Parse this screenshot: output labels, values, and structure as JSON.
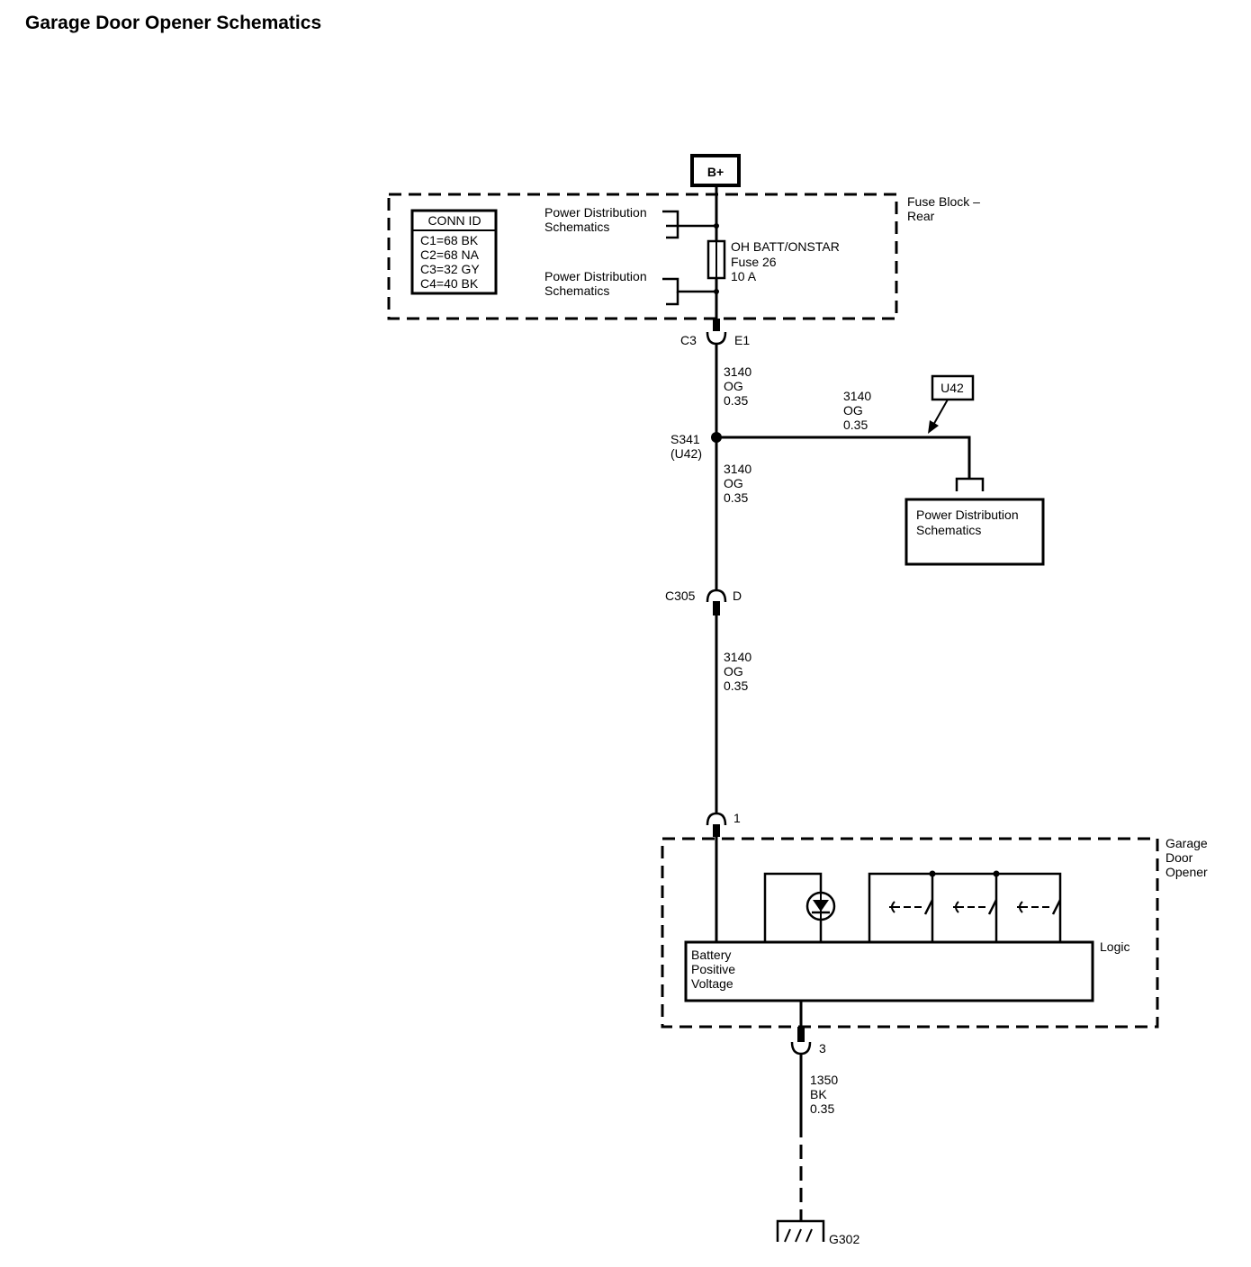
{
  "title": "Garage Door Opener Schematics",
  "power_source": "B+",
  "fuse_block": {
    "name_line1": "Fuse Block –",
    "name_line2": "Rear",
    "conn_id": {
      "header": "CONN ID",
      "rows": [
        "C1=68 BK",
        "C2=68 NA",
        "C3=32 GY",
        "C4=40 BK"
      ]
    },
    "ref_top": {
      "line1": "Power Distribution",
      "line2": "Schematics"
    },
    "ref_bottom": {
      "line1": "Power Distribution",
      "line2": "Schematics"
    },
    "fuse": {
      "line1": "OH BATT/ONSTAR",
      "line2": "Fuse 26",
      "line3": "10 A"
    }
  },
  "connectors": {
    "c3": {
      "left": "C3",
      "right": "E1"
    },
    "c305": {
      "left": "C305",
      "right": "D"
    },
    "gdo_pin1": "1",
    "gdo_pin3": "3"
  },
  "wires": {
    "w1": {
      "circuit": "3140",
      "color": "OG",
      "size": "0.35"
    },
    "w_branch": {
      "circuit": "3140",
      "color": "OG",
      "size": "0.35"
    },
    "w2": {
      "circuit": "3140",
      "color": "OG",
      "size": "0.35"
    },
    "w3": {
      "circuit": "3140",
      "color": "OG",
      "size": "0.35"
    },
    "w_ground": {
      "circuit": "1350",
      "color": "BK",
      "size": "0.35"
    }
  },
  "splice": {
    "line1": "S341",
    "line2": "(U42)"
  },
  "option_tag": "U42",
  "power_dist_box": {
    "line1": "Power Distribution",
    "line2": "Schematics"
  },
  "garage_door_opener": {
    "name_line1": "Garage",
    "name_line2": "Door",
    "name_line3": "Opener",
    "logic_label": "Logic",
    "input_line1": "Battery",
    "input_line2": "Positive",
    "input_line3": "Voltage"
  },
  "ground": "G302"
}
